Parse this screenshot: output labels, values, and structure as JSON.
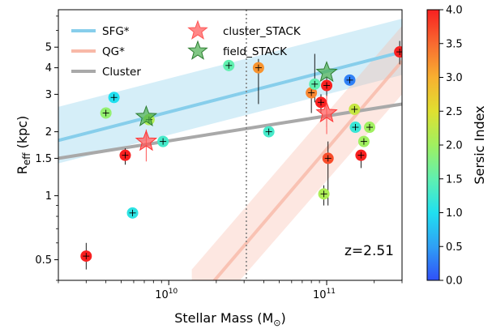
{
  "chart_data": {
    "type": "scatter",
    "xlabel": "Stellar Mass (M",
    "xlabel_sub": "⊙",
    "xlabel_end": ")",
    "ylabel_main": "R",
    "ylabel_sub": "eff",
    "ylabel_unit": " (kpc)",
    "xscale": "log",
    "yscale": "log",
    "xlim": [
      2000000000,
      300000000000
    ],
    "ylim": [
      0.4,
      7.5
    ],
    "x_ticks": [
      {
        "value": 10000000000,
        "label": "10",
        "exp": "10"
      },
      {
        "value": 100000000000,
        "label": "10",
        "exp": "11"
      }
    ],
    "y_ticks": [
      {
        "value": 0.5,
        "label": "0.5"
      },
      {
        "value": 1,
        "label": "1"
      },
      {
        "value": 1.5,
        "label": "1.5"
      },
      {
        "value": 2,
        "label": "2"
      },
      {
        "value": 3,
        "label": "3"
      },
      {
        "value": 4,
        "label": "4"
      },
      {
        "value": 5,
        "label": "5"
      }
    ],
    "colorbar": {
      "label": "Sersic Index",
      "range": [
        0.0,
        4.0
      ],
      "ticks": [
        "0.0",
        "0.5",
        "1.0",
        "1.5",
        "2.0",
        "2.5",
        "3.0",
        "3.5",
        "4.0"
      ]
    },
    "vline_mass": 31000000000,
    "annotation": "z=2.51",
    "legend": {
      "placement": "top-left",
      "entries": [
        {
          "label": "SFG*",
          "kind": "line",
          "color": "#87ceeb"
        },
        {
          "label": "QG*",
          "kind": "line",
          "color": "#f8b9a8"
        },
        {
          "label": "Cluster",
          "kind": "line",
          "color": "#a9a9a9"
        },
        {
          "label": "cluster_STACK",
          "kind": "star",
          "color": "#ff5555"
        },
        {
          "label": "field_STACK",
          "kind": "star",
          "color": "#4caf50"
        }
      ]
    },
    "relations": {
      "SFG": {
        "x": [
          2000000000,
          300000000000
        ],
        "y": [
          1.82,
          4.75
        ],
        "lo": [
          1.42,
          3.7
        ],
        "hi": [
          2.62,
          6.8
        ],
        "color": "#87ceeb"
      },
      "QG": {
        "x": [
          14000000000,
          300000000000
        ],
        "y": [
          0.3,
          4.3
        ],
        "lo": [
          0.22,
          3.0
        ],
        "hi": [
          0.45,
          6.3
        ],
        "color": "#f8b9a8"
      },
      "Cluster": {
        "x": [
          2000000000,
          300000000000
        ],
        "y": [
          1.5,
          2.7
        ],
        "color": "#a9a9a9"
      }
    },
    "points": [
      {
        "x": 3000000000,
        "y": 0.52,
        "n": 4.0,
        "yerr_lo": 0.07,
        "yerr_hi": 0.08
      },
      {
        "x": 4000000000,
        "y": 2.45,
        "n": 1.9,
        "yerr_lo": 0.0,
        "yerr_hi": 0.0
      },
      {
        "x": 4500000000,
        "y": 2.9,
        "n": 1.0,
        "yerr_lo": 0.0,
        "yerr_hi": 0.0
      },
      {
        "x": 5300000000,
        "y": 1.55,
        "n": 4.0,
        "yerr_lo": 0.15,
        "yerr_hi": 0.12
      },
      {
        "x": 5900000000,
        "y": 0.83,
        "n": 1.1,
        "yerr_lo": 0.0,
        "yerr_hi": 0.0
      },
      {
        "x": 7500000000,
        "y": 2.28,
        "n": 2.1,
        "yerr_lo": 0.0,
        "yerr_hi": 0.0
      },
      {
        "x": 9200000000,
        "y": 1.8,
        "n": 1.3,
        "yerr_lo": 0.0,
        "yerr_hi": 0.0
      },
      {
        "x": 24000000000,
        "y": 4.1,
        "n": 1.5,
        "yerr_lo": 0.0,
        "yerr_hi": 0.0
      },
      {
        "x": 37000000000,
        "y": 4.0,
        "n": 3.2,
        "yerr_lo": 1.3,
        "yerr_hi": 0.4
      },
      {
        "x": 43000000000,
        "y": 2.0,
        "n": 1.3,
        "yerr_lo": 0.0,
        "yerr_hi": 0.0
      },
      {
        "x": 80000000000,
        "y": 3.05,
        "n": 3.3,
        "yerr_lo": 0.6,
        "yerr_hi": 0.4
      },
      {
        "x": 84000000000,
        "y": 3.35,
        "n": 1.5,
        "yerr_lo": 0.6,
        "yerr_hi": 1.3
      },
      {
        "x": 92000000000,
        "y": 2.75,
        "n": 4.0,
        "yerr_lo": 0.3,
        "yerr_hi": 0.25
      },
      {
        "x": 96000000000,
        "y": 1.02,
        "n": 2.1,
        "yerr_lo": 0.12,
        "yerr_hi": 0.1
      },
      {
        "x": 100000000000,
        "y": 3.3,
        "n": 4.0,
        "yerr_lo": 1.2,
        "yerr_hi": 0.3
      },
      {
        "x": 102000000000,
        "y": 1.5,
        "n": 3.7,
        "yerr_lo": 0.6,
        "yerr_hi": 0.3
      },
      {
        "x": 140000000000,
        "y": 3.5,
        "n": 0.3,
        "yerr_lo": 0.0,
        "yerr_hi": 0.0
      },
      {
        "x": 150000000000,
        "y": 2.55,
        "n": 2.3,
        "yerr_lo": 0.0,
        "yerr_hi": 0.0
      },
      {
        "x": 152000000000,
        "y": 2.1,
        "n": 1.2,
        "yerr_lo": 0.0,
        "yerr_hi": 0.0
      },
      {
        "x": 165000000000,
        "y": 1.55,
        "n": 4.0,
        "yerr_lo": 0.2,
        "yerr_hi": 0.0
      },
      {
        "x": 172000000000,
        "y": 1.8,
        "n": 2.0,
        "yerr_lo": 0.0,
        "yerr_hi": 0.0
      },
      {
        "x": 187000000000,
        "y": 2.1,
        "n": 2.0,
        "yerr_lo": 0.0,
        "yerr_hi": 0.0
      },
      {
        "x": 290000000000,
        "y": 4.75,
        "n": 4.0,
        "yerr_lo": 0.6,
        "yerr_hi": 0.6
      }
    ],
    "stacks": [
      {
        "name": "cluster_STACK",
        "x": 7200000000,
        "y": 1.8,
        "color": "#ff5555",
        "yerr_lo": 0.35,
        "yerr_hi": 0.25
      },
      {
        "name": "cluster_STACK",
        "x": 100000000000,
        "y": 2.45,
        "color": "#ff5555",
        "yerr_lo": 0.5,
        "yerr_hi": 0.5
      },
      {
        "name": "field_STACK",
        "x": 7200000000,
        "y": 2.35,
        "color": "#4caf50",
        "yerr_lo": 0.0,
        "yerr_hi": 0.0
      },
      {
        "name": "field_STACK",
        "x": 100000000000,
        "y": 3.8,
        "color": "#4caf50",
        "yerr_lo": 0.0,
        "yerr_hi": 0.0
      }
    ]
  }
}
